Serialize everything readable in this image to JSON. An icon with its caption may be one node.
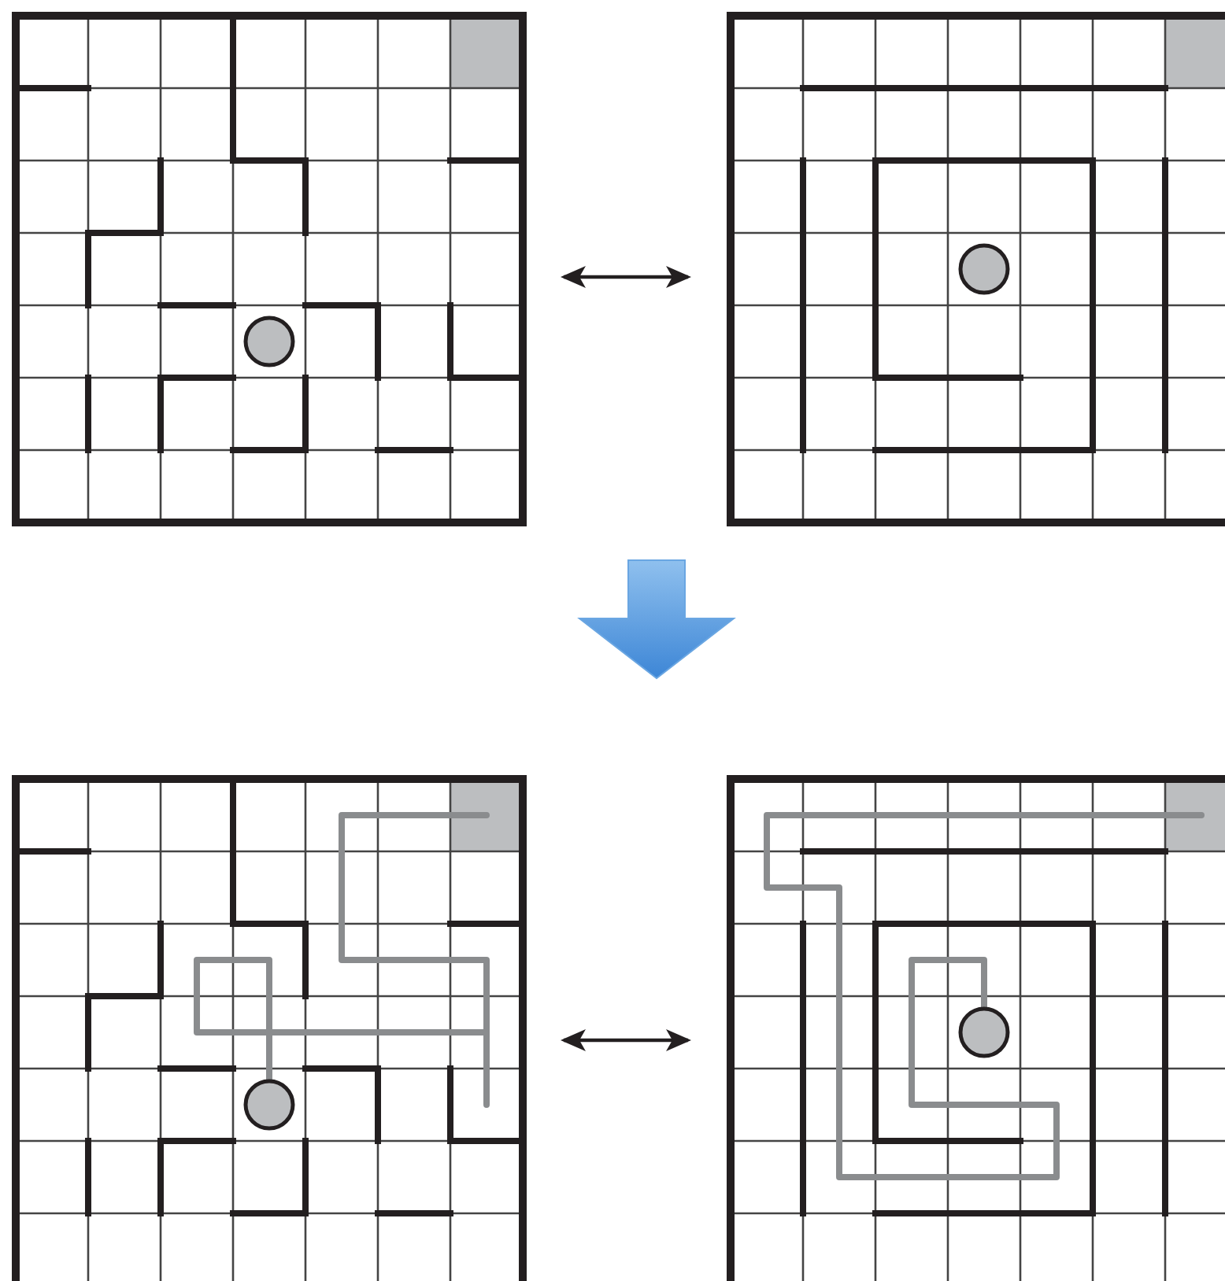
{
  "diagram": {
    "nodes": [
      {
        "text": [],
        "shape": "grid"
      },
      {
        "text": [],
        "shape": "grid"
      },
      {
        "text": [],
        "shape": "grid"
      },
      {
        "text": [],
        "shape": "grid"
      }
    ],
    "edges": [
      {
        "from": 0,
        "to": 1,
        "arrow": "both"
      },
      {
        "from": 2,
        "to": 3,
        "arrow": "both"
      }
    ]
  }
}
